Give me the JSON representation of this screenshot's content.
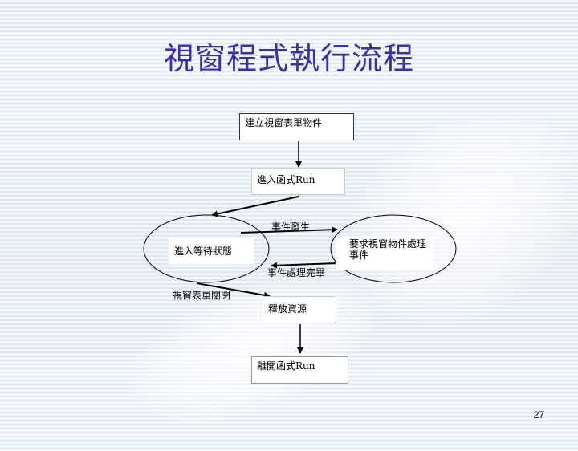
{
  "title": "視窗程式執行流程",
  "nodes": {
    "create_form": "建立視窗表單物件",
    "enter_run": "進入函式Run",
    "event_occurs": "事件發生",
    "wait_state": "進入等待狀態",
    "request_handle": "要求視窗物件處理事件",
    "event_done": "事件處理完畢",
    "form_closed": "視窗表單關閉",
    "release_resources": "釋放資源",
    "leave_run": "離開函式Run"
  },
  "page_number": "27"
}
